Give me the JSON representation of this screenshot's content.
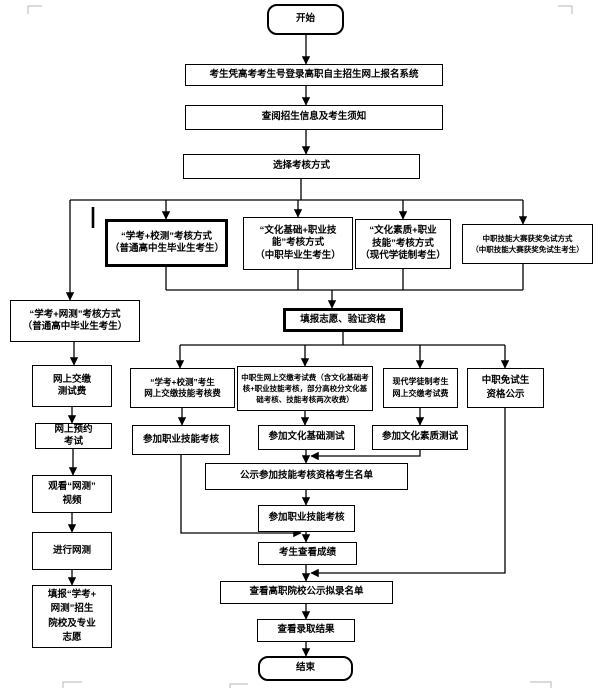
{
  "diagram": {
    "nodes": {
      "start": {
        "label": "开始"
      },
      "login": {
        "label": "考生凭高考考生号登录高职自主招生网上报名系统"
      },
      "info": {
        "label": "查阅招生信息及考生须知"
      },
      "choose": {
        "label": "选择考核方式"
      },
      "method_xiaoce": {
        "label": "“学考+校测”考核方式\n（普通高中生毕业生考生）"
      },
      "method_wenhua": {
        "label": "“文化基础+职业技\n能”考核方式\n（中职毕业生考生）"
      },
      "method_suzhi": {
        "label": "“文化素质+职业\n技能”考核方式\n（现代学徒制考生）"
      },
      "method_mianshi": {
        "label": "中职技能大赛获奖免试方式\n（中职技能大赛获奖免试生考生）"
      },
      "method_wangce": {
        "label": "“学考+网测”考核方式\n（普通高中毕业生考生）"
      },
      "fill_zhiyuan": {
        "label": "填报志愿、验证资格"
      },
      "pay_test": {
        "label": "网上交缴\n测试费"
      },
      "pay_xiaoce": {
        "label": "“学考+校测”考生\n网上交缴技能考核费"
      },
      "pay_zhongzhi": {
        "label": "中职生网上交缴考试费（含文化基础考核+职业技能考核，部分高校分文化基础考核、技能考核两次收费）"
      },
      "pay_xuetu": {
        "label": "现代学徒制考生\n网上交缴考试费"
      },
      "mianshi_gongshi": {
        "label": "中职免试生\n资格公示"
      },
      "yuyue": {
        "label": "网上预约\n考试"
      },
      "skill_exam_1": {
        "label": "参加职业技能考核"
      },
      "culture_base": {
        "label": "参加文化基础测试"
      },
      "culture_quality": {
        "label": "参加文化素质测试"
      },
      "watch_video": {
        "label": "观看“网测”\n视频"
      },
      "gongshi_list": {
        "label": "公示参加技能考核资格考生名单"
      },
      "skill_exam_2": {
        "label": "参加职业技能考核"
      },
      "do_wangce": {
        "label": "进行网测"
      },
      "view_score": {
        "label": "考生查看成绩"
      },
      "fill_wangce": {
        "label": "填报“学考+\n网测”招生\n院校及专业\n志愿"
      },
      "view_nilu": {
        "label": "查看高职院校公示拟录名单"
      },
      "view_result": {
        "label": "查看录取结果"
      },
      "end": {
        "label": "结束"
      }
    },
    "colors": {
      "line": "#000000",
      "box_bg": "#ffffff",
      "artifact": "#c4c4c4"
    }
  }
}
